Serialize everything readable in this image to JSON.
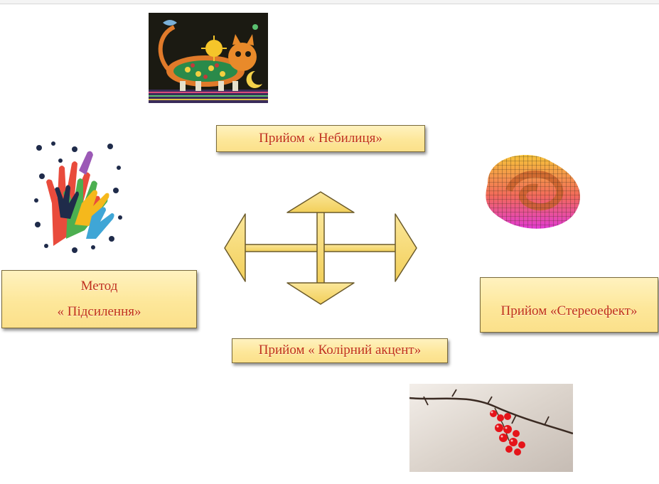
{
  "boxes": {
    "nebylytsia": "Прийом « Небилиця»",
    "pidsylennia_line1": "Метод",
    "pidsylennia_line2": "« Підсилення»",
    "stereoefekt": "Прийом «Стереоефект»",
    "koliornyi": "Прийом « Колірний акцент»"
  },
  "colors": {
    "box_fill": "#fde79a",
    "box_text": "#c0311b",
    "arrow_fill": "#f7dc7a",
    "arrow_stroke": "#6b5a2a"
  },
  "images": {
    "top": "folk-art-cat-picture",
    "left": "colorful-hands-picture",
    "right": "stereo-knot-picture",
    "bottom": "viburnum-berries-picture"
  }
}
